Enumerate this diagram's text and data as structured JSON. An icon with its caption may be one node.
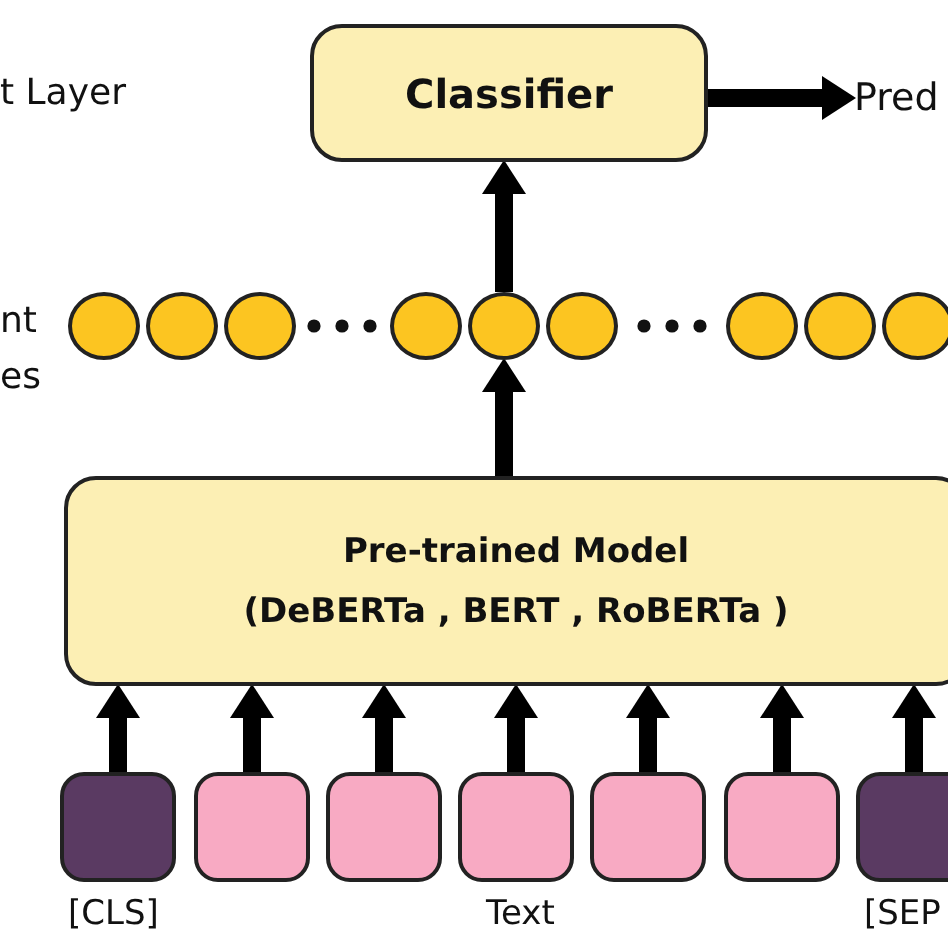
{
  "diagram": {
    "nodes": [
      {
        "text": [
          "Classifier"
        ]
      },
      {
        "text": [
          "Pred"
        ]
      },
      {
        "text": [],
        "shape": "circle"
      },
      {
        "text": [],
        "shape": "circle"
      },
      {
        "text": [],
        "shape": "circle"
      },
      {
        "text": [],
        "shape": "circle"
      },
      {
        "text": [],
        "shape": "circle"
      },
      {
        "text": [],
        "shape": "circle"
      },
      {
        "text": [],
        "shape": "circle"
      },
      {
        "text": [],
        "shape": "circle"
      },
      {
        "text": [],
        "shape": "circle"
      },
      {
        "text": [
          "Pre-trained Model",
          "(DeBERTa , BERT , RoBERTa )"
        ]
      },
      {
        "text": [],
        "shape": "box",
        "beside": [
          "[CLS]"
        ]
      },
      {
        "text": [],
        "shape": "box"
      },
      {
        "text": [],
        "shape": "box"
      },
      {
        "text": [],
        "shape": "box"
      },
      {
        "text": [],
        "shape": "box"
      },
      {
        "text": [],
        "shape": "box"
      },
      {
        "text": [],
        "shape": "box",
        "beside": [
          "[SEP"
        ]
      }
    ],
    "edges": [
      {
        "from": 0,
        "to": 1,
        "arrow": "to"
      },
      {
        "from": 6,
        "to": 0,
        "arrow": "to"
      },
      {
        "from": 11,
        "to": 6,
        "arrow": "to"
      },
      {
        "from": 12,
        "to": 11,
        "arrow": "to"
      },
      {
        "from": 13,
        "to": 11,
        "arrow": "to"
      },
      {
        "from": 14,
        "to": 11,
        "arrow": "to"
      },
      {
        "from": 15,
        "to": 11,
        "arrow": "to"
      },
      {
        "from": 16,
        "to": 11,
        "arrow": "to"
      },
      {
        "from": 17,
        "to": 11,
        "arrow": "to"
      },
      {
        "from": 18,
        "to": 11,
        "arrow": "to"
      }
    ],
    "labels": [
      "t Layer",
      "nt",
      "es",
      "Text"
    ]
  }
}
